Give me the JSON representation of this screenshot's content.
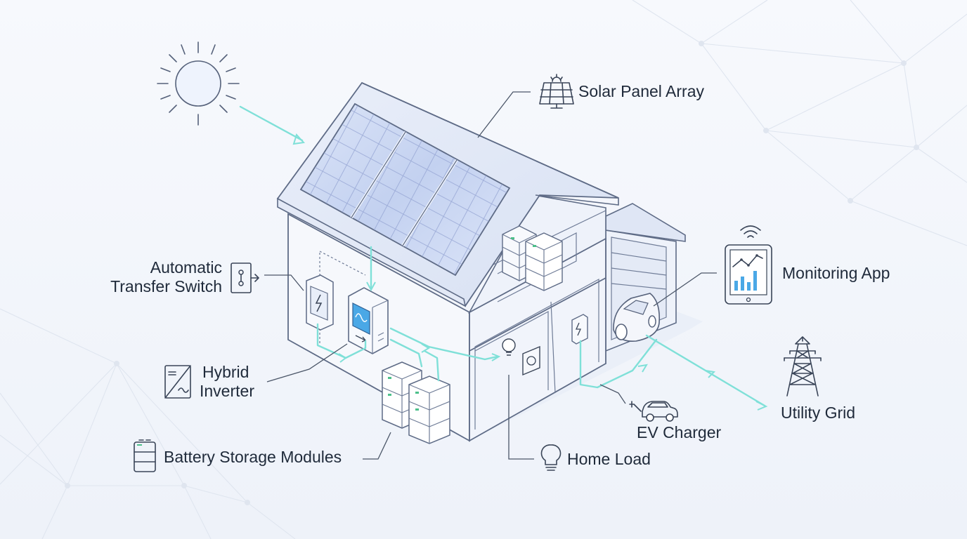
{
  "labels": {
    "solar_panel_array": "Solar Panel Array",
    "automatic_transfer_switch_line1": "Automatic",
    "automatic_transfer_switch_line2": "Transfer Switch",
    "hybrid_inverter_line1": "Hybrid",
    "hybrid_inverter_line2": "Inverter",
    "battery_storage_modules": "Battery Storage Modules",
    "monitoring_app": "Monitoring App",
    "utility_grid": "Utility Grid",
    "ev_charger": "EV Charger",
    "home_load": "Home Load"
  },
  "icons": [
    "sun-icon",
    "solar-panel-icon",
    "transfer-switch-icon",
    "inverter-icon",
    "battery-icon",
    "tablet-chart-icon",
    "wifi-icon",
    "transmission-tower-icon",
    "ev-car-icon",
    "light-bulb-icon"
  ],
  "colors": {
    "flow_line": "#7fe0d8",
    "panel_blue": "#c9d6f3",
    "outline": "#5e6b86",
    "accent_blue": "#49a6e8",
    "text": "#1f2a3a"
  }
}
